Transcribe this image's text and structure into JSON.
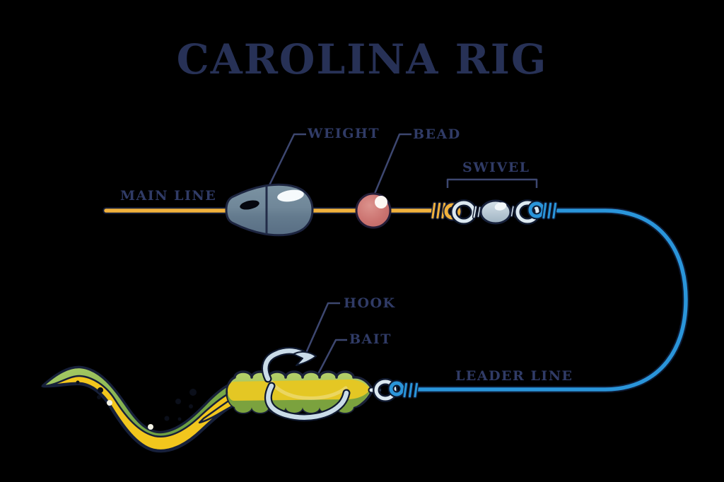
{
  "title": "CAROLINA RIG",
  "labels": {
    "main_line": "MAIN LINE",
    "weight": "WEIGHT",
    "bead": "BEAD",
    "swivel": "SWIVEL",
    "hook": "HOOK",
    "bait": "BAIT",
    "leader_line": "LEADER LINE"
  },
  "colors": {
    "background": "#000000",
    "title_text": "#273156",
    "label_text": "#303b66",
    "callout_line": "#3d4770",
    "main_line": "#f0b13c",
    "leader_line": "#2a95da",
    "weight_body": "#6f8499",
    "bead": "#cd7370",
    "swivel_metal": "#dce9f1",
    "hook": "#cadce8",
    "bait_green": "#a3c253",
    "bait_yellow": "#e4c724",
    "worm_green": "#8fbe55",
    "worm_yellow": "#f2c61d"
  }
}
